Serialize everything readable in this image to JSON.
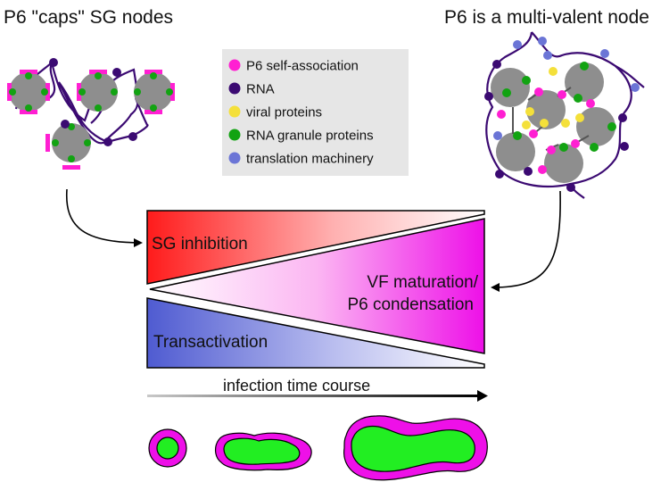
{
  "left_panel": {
    "title": "P6 \"caps\" SG nodes"
  },
  "right_panel": {
    "title": "P6 is a multi-valent node"
  },
  "legend": {
    "items": [
      {
        "label": "P6 self-association",
        "color": "#ff1fd2"
      },
      {
        "label": "RNA",
        "color": "#3b0a72"
      },
      {
        "label": "viral proteins",
        "color": "#f4e03a"
      },
      {
        "label": "RNA granule proteins",
        "color": "#12a312"
      },
      {
        "label": "translation machinery",
        "color": "#6b75d6"
      }
    ]
  },
  "wedges": {
    "sg_inhibition": {
      "label": "SG inhibition",
      "color": "#ff1b1b"
    },
    "vf_maturation": {
      "label_line1": "VF maturation/",
      "label_line2": "P6 condensation",
      "color": "#ee10e8"
    },
    "transactivation": {
      "label": "Transactivation",
      "color": "#4f5bd1"
    }
  },
  "timeline": {
    "label": "infection time course"
  },
  "colors": {
    "node_gray": "#8e8e8e",
    "strand": "#3b0a72",
    "factory_outer": "#ee10e8",
    "factory_inner": "#22ee22"
  }
}
